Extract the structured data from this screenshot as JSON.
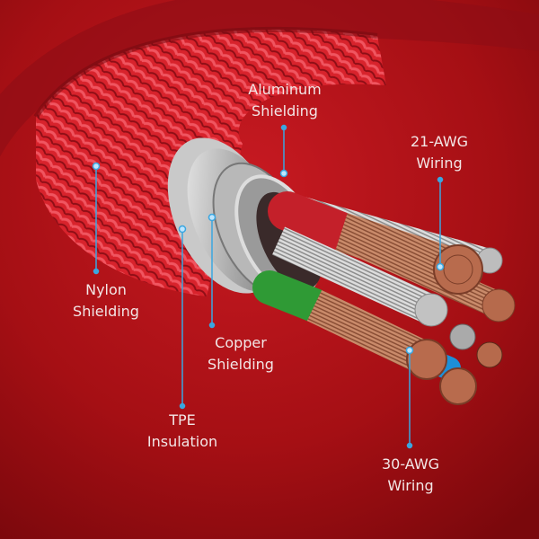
{
  "labels": {
    "aluminum": {
      "line1": "Aluminum",
      "line2": "Shielding"
    },
    "awg21": {
      "line1": "21-AWG",
      "line2": "Wiring"
    },
    "nylon": {
      "line1": "Nylon",
      "line2": "Shielding"
    },
    "copper": {
      "line1": "Copper",
      "line2": "Shielding"
    },
    "tpe": {
      "line1": "TPE",
      "line2": "Insulation"
    },
    "awg30": {
      "line1": "30-AWG",
      "line2": "Wiring"
    }
  },
  "colors": {
    "background": "#a50f14",
    "cable": "#d2202a",
    "pointer": "#3aa6e0"
  }
}
